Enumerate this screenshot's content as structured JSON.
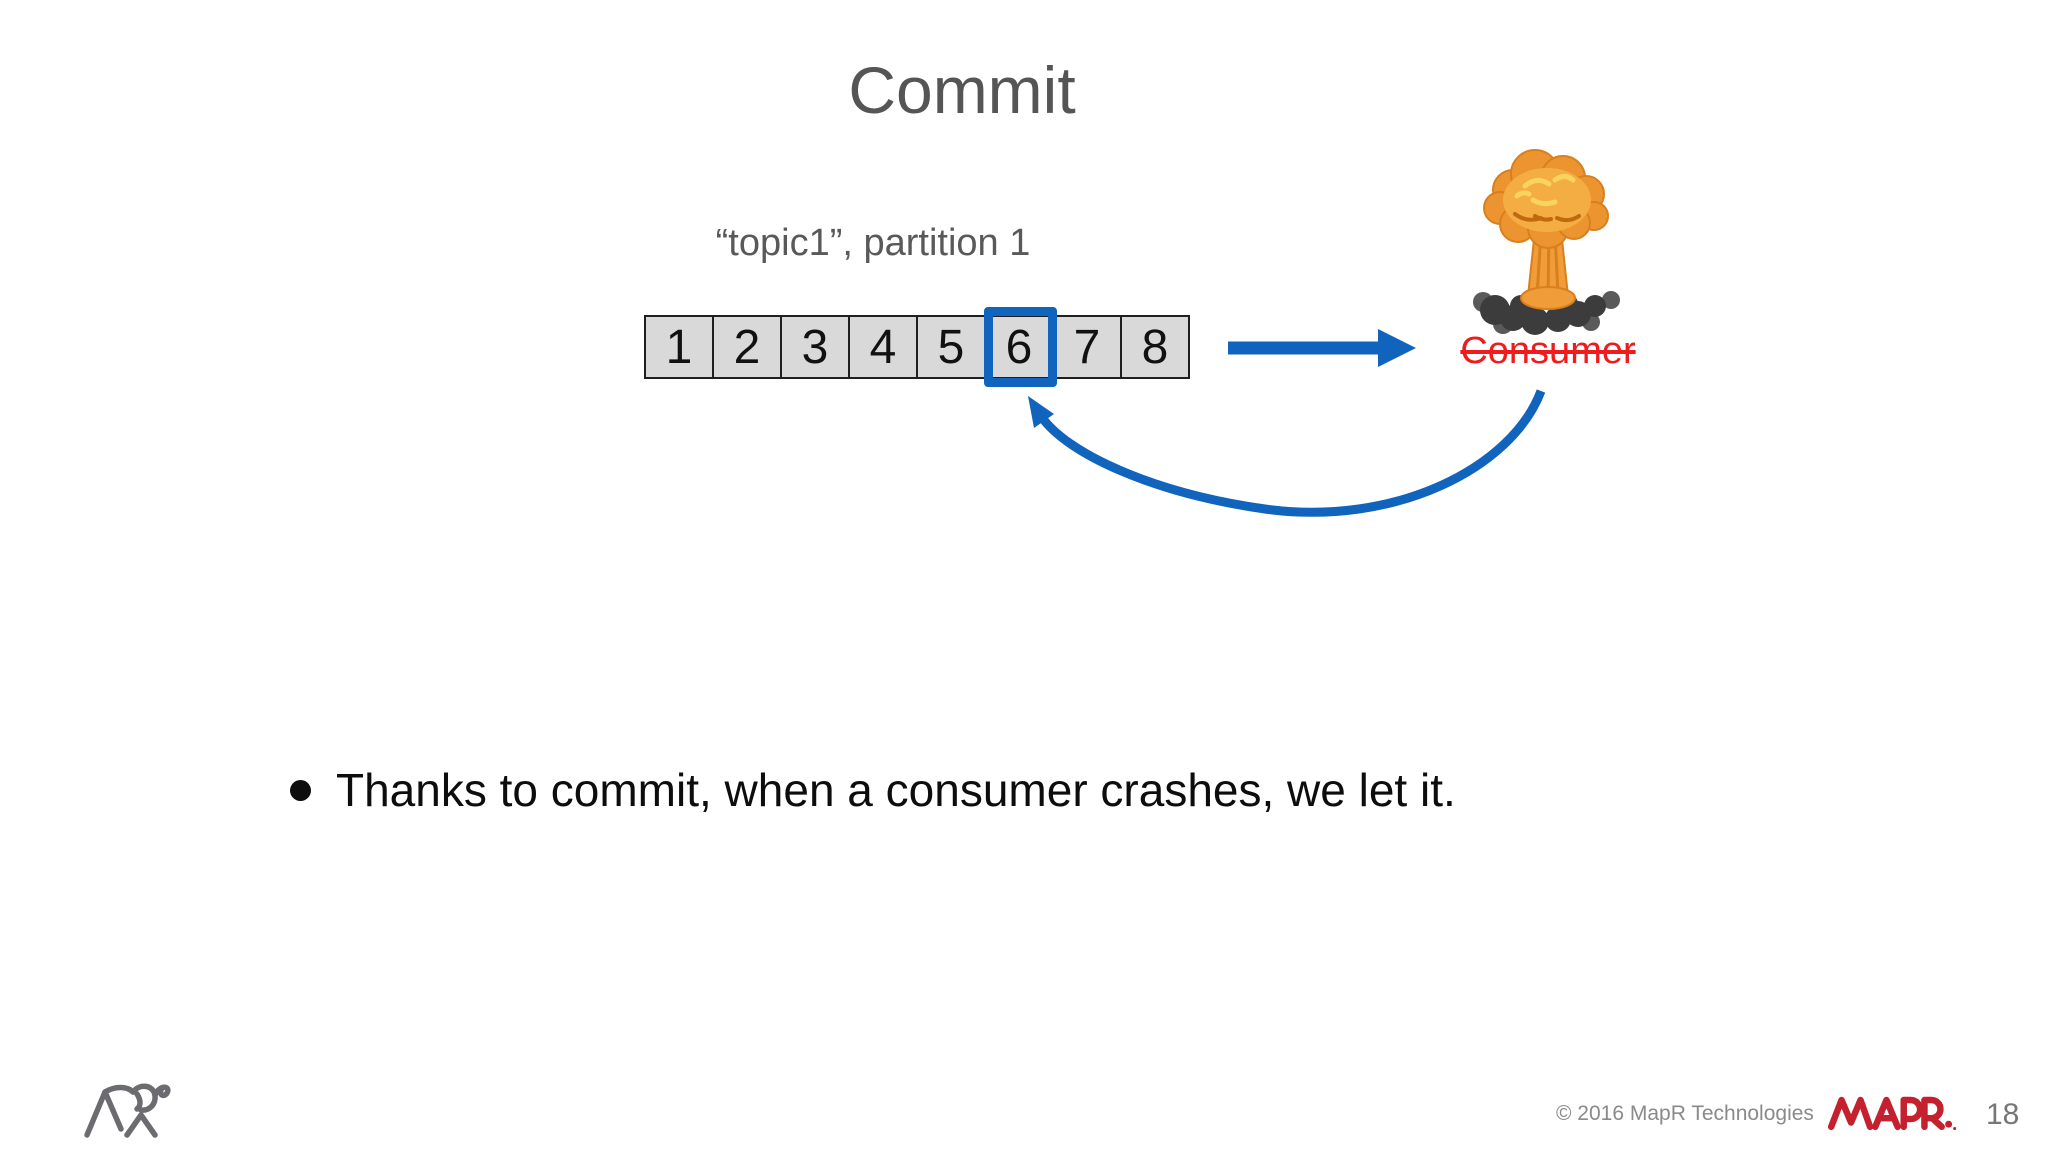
{
  "slide": {
    "title": "Commit",
    "diagram": {
      "partition_label": "“topic1”, partition 1",
      "cells": [
        "1",
        "2",
        "3",
        "4",
        "5",
        "6",
        "7",
        "8"
      ],
      "highlighted_cell": "6",
      "consumer_label": "Consumer"
    },
    "bullet": "Thanks to commit, when a consumer crashes, we let it.",
    "footer": {
      "copyright": "© 2016 MapR Technologies",
      "logo_text": "MAPR.",
      "page_number": "18"
    },
    "colors": {
      "accent_blue": "#1164be",
      "consumer_red": "#ee1c1c",
      "title_gray": "#555555",
      "cell_fill": "#d9d9d9",
      "mapr_red": "#c4202e",
      "footer_gray": "#8a8a8a"
    }
  }
}
